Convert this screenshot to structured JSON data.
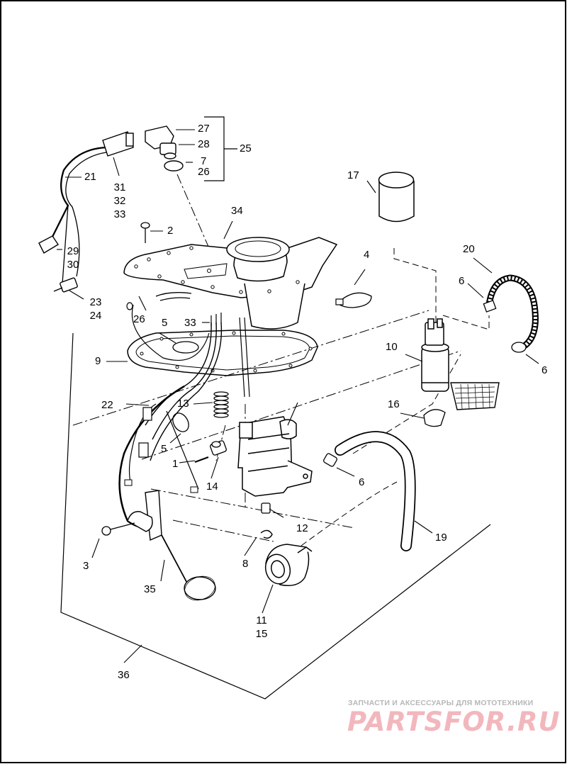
{
  "callouts": {
    "c1": "1",
    "c2": "2",
    "c3": "3",
    "c4": "4",
    "c5a": "5",
    "c5b": "5",
    "c6a": "6",
    "c6b": "6",
    "c6c": "6",
    "c7": "7",
    "c8": "8",
    "c9": "9",
    "c10": "10",
    "c12": "12",
    "c13": "13",
    "c14": "14",
    "c16": "16",
    "c17": "17",
    "c19": "19",
    "c20": "20",
    "c21": "21",
    "c22": "22",
    "c25": "25",
    "c26a": "26",
    "c26b": "26",
    "c27": "27",
    "c28": "28",
    "c33": "33",
    "c34": "34",
    "c35": "35",
    "c36": "36",
    "g1": [
      "31",
      "32",
      "33"
    ],
    "g2": [
      "29",
      "30"
    ],
    "g3": [
      "23",
      "24"
    ],
    "g4": [
      "11",
      "15"
    ]
  },
  "watermark": {
    "tagline": "ЗАПЧАСТИ И АКСЕССУАРЫ ДЛЯ МОТОТЕХНИКИ",
    "logo": "PARTSFOR.RU"
  },
  "colors": {
    "line": "#000000",
    "watermark_text": "#b7b7b7",
    "watermark_logo": "#f2b7bd",
    "background": "#ffffff"
  }
}
